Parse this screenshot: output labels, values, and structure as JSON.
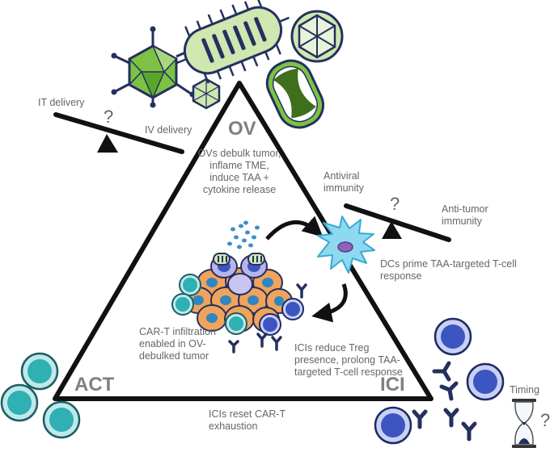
{
  "corners": {
    "top": "OV",
    "left": "ACT",
    "right": "ICI"
  },
  "labels": {
    "it_delivery": "IT delivery",
    "iv_delivery": "IV delivery",
    "ov_effects": "OVs debulk tumor, inflame TME, induce TAA + cytokine release",
    "antiviral": "Antiviral immunity",
    "antitumor": "Anti-tumor immunity",
    "dcs": "DCs prime TAA-targeted T-cell response",
    "ici_treg": "ICIs reduce Treg presence, prolong TAA-targeted T-cell response",
    "cart_infiltration": "CAR-T infiltration enabled in OV-debulked tumor",
    "reset": "ICIs reset CAR-T exhaustion",
    "timing": "Timing"
  },
  "question_mark": "?",
  "colors": {
    "triangle": "#111111",
    "text": "#666666",
    "virus_green": "#7cc243",
    "virus_light": "#cfe7b0",
    "virus_navy": "#24305e",
    "tcell_teal": "#2fb0b3",
    "tcell_blue": "#3d55c0",
    "tumor_orange": "#f0a35a",
    "dc_cyan": "#7fd3ee"
  }
}
